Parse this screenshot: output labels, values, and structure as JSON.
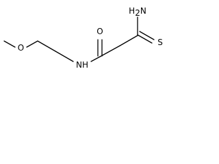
{
  "molecule": {
    "atoms": {
      "methoxy_oxygen": "O",
      "amide_oxygen": "O",
      "amide_nitrogen": "NH",
      "thioamide_sulfur": "S",
      "thioamide_amine": {
        "element": "H",
        "subscript": "2",
        "suffix": "N"
      }
    },
    "bond_color": "#000000"
  }
}
